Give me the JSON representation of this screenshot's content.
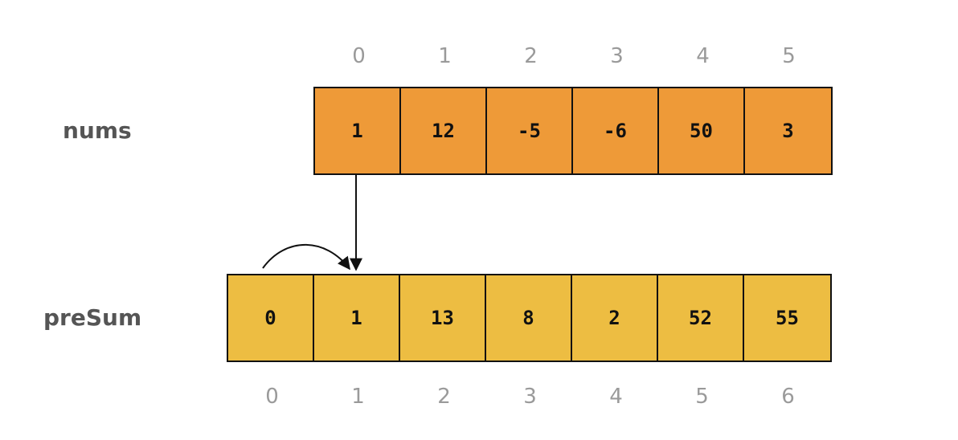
{
  "colors": {
    "nums_fill": "#EE9A38",
    "presum_fill": "#EDBD42",
    "border": "#111111",
    "index_text": "#9A9A9A",
    "label_text": "#555555"
  },
  "nums": {
    "label": "nums",
    "values": [
      "1",
      "12",
      "-5",
      "-6",
      "50",
      "3"
    ],
    "indices": [
      "0",
      "1",
      "2",
      "3",
      "4",
      "5"
    ]
  },
  "presum": {
    "label": "preSum",
    "values": [
      "0",
      "1",
      "13",
      "8",
      "2",
      "52",
      "55"
    ],
    "indices": [
      "0",
      "1",
      "2",
      "3",
      "4",
      "5",
      "6"
    ]
  }
}
